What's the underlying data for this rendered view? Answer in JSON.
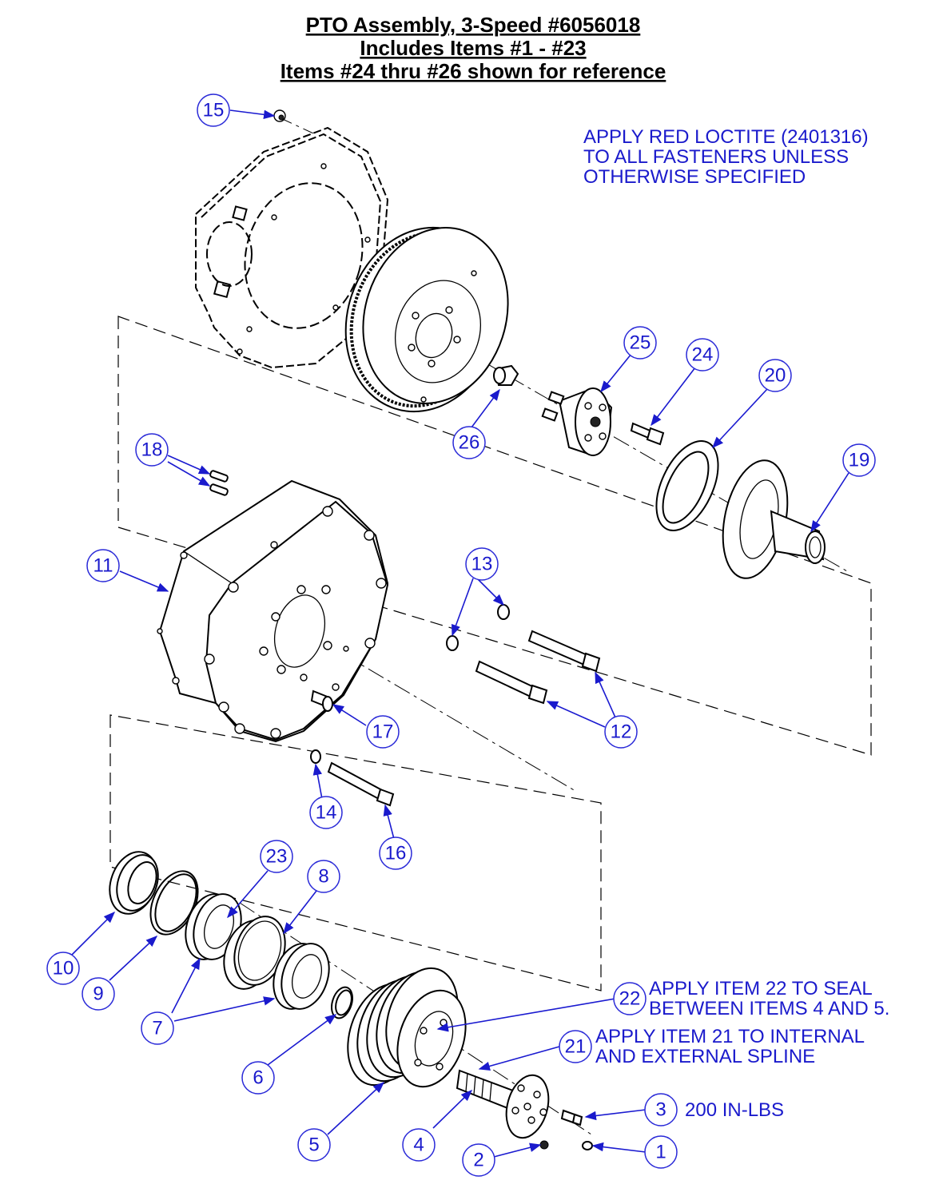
{
  "title": {
    "line1": "PTO Assembly, 3-Speed #6056018",
    "line2": "Includes Items #1 - #23",
    "line3": "Items #24 thru #26 shown for reference"
  },
  "notes": {
    "loctite": [
      "APPLY RED LOCTITE (2401316)",
      "TO ALL FASTENERS UNLESS",
      "OTHERWISE SPECIFIED"
    ],
    "item22": [
      "APPLY ITEM 22 TO SEAL",
      "BETWEEN ITEMS 4 AND 5."
    ],
    "item21": [
      "APPLY ITEM 21 TO INTERNAL",
      "AND EXTERNAL SPLINE"
    ],
    "item3_torque": "200 IN-LBS"
  },
  "callouts": {
    "c1": "1",
    "c2": "2",
    "c3": "3",
    "c4": "4",
    "c5": "5",
    "c6": "6",
    "c7": "7",
    "c8": "8",
    "c9": "9",
    "c10": "10",
    "c11": "11",
    "c12": "12",
    "c13": "13",
    "c14": "14",
    "c15": "15",
    "c16": "16",
    "c17": "17",
    "c18": "18",
    "c19": "19",
    "c20": "20",
    "c21": "21",
    "c22": "22",
    "c23": "23",
    "c24": "24",
    "c25": "25",
    "c26": "26"
  },
  "colors": {
    "callout": "#1a1acc",
    "lines": "#000000",
    "leader": "#1a1ad0"
  }
}
